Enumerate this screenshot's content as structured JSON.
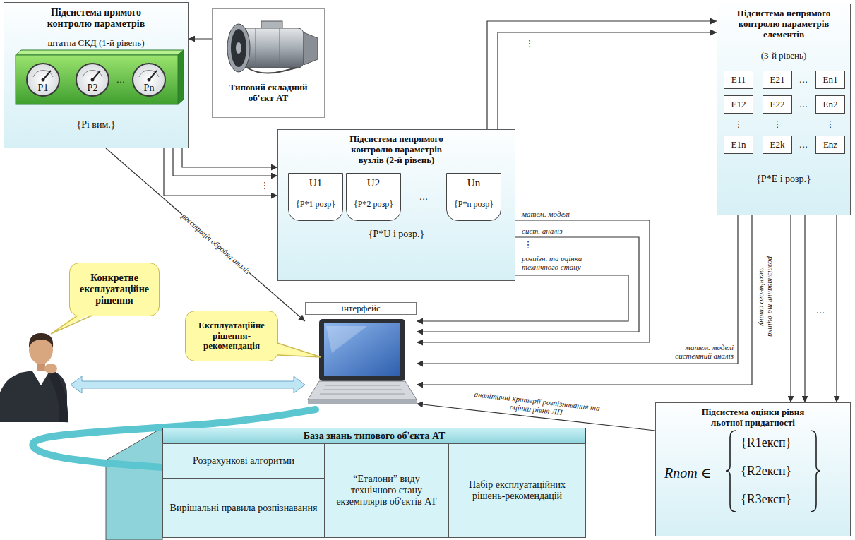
{
  "diagram": {
    "nodes": [
      {
        "text": [
          "Підсистема прямого контролю параметрів",
          "штатна СКД (1-й рівень)",
          "{Pi вим.}"
        ]
      },
      {
        "text": [
          "P1"
        ],
        "in": 0
      },
      {
        "text": [
          "P2"
        ],
        "in": 0
      },
      {
        "text": [
          "Pn"
        ],
        "in": 0
      },
      {
        "text": [
          "Типовий складний об'єкт АТ"
        ]
      },
      {
        "text": [
          "Підсистема непрямого контролю параметрів елементів",
          "(3-й рівень)",
          "{P*E i розр.}"
        ]
      },
      {
        "text": [
          "E11"
        ],
        "in": 5
      },
      {
        "text": [
          "E21"
        ],
        "in": 5
      },
      {
        "text": [
          "En1"
        ],
        "in": 5
      },
      {
        "text": [
          "E12"
        ],
        "in": 5
      },
      {
        "text": [
          "E22"
        ],
        "in": 5
      },
      {
        "text": [
          "En2"
        ],
        "in": 5
      },
      {
        "text": [
          "E1n"
        ],
        "in": 5
      },
      {
        "text": [
          "E2k"
        ],
        "in": 5
      },
      {
        "text": [
          "Enz"
        ],
        "in": 5
      },
      {
        "text": [
          "Підсистема непрямого контролю параметрів вузлів (2-й рівень)",
          "{P*U i розр.}"
        ]
      },
      {
        "text": [
          "U1",
          "{P*1 розр}"
        ],
        "in": 15
      },
      {
        "text": [
          "U2",
          "{P*2 розр}"
        ],
        "in": 15
      },
      {
        "text": [
          "Un",
          "{P*n розр}"
        ],
        "in": 15
      },
      {
        "text": [
          "Конкретне експлуатаційне рішення"
        ]
      },
      {
        "text": [
          "Експлуатаційне рішення-рекомендація"
        ]
      },
      {
        "text": [
          "інтерфейс"
        ]
      },
      {
        "text": [
          "Підсистема оцінки рівня льотної придатності",
          "Rпот ∈",
          "{R1експ}",
          "{R2експ}",
          "{R3експ}"
        ]
      },
      {
        "text": [
          "База знань типового об'єкта АТ"
        ]
      },
      {
        "text": [
          "Розрахункові алгоритми"
        ],
        "in": 23
      },
      {
        "text": [
          "Вирішальні правила розпізнавання"
        ],
        "in": 23
      },
      {
        "text": [
          "“Еталони” виду технічного стану екземплярів об'єктів АТ"
        ],
        "in": 23
      },
      {
        "text": [
          "Набір експлуатаційних рішень-рекомендацій"
        ],
        "in": 23
      }
    ],
    "edges": [
      {
        "from": 4,
        "to": 0,
        "arrow": "to"
      },
      {
        "from": 0,
        "to": 15,
        "arrow": "to"
      },
      {
        "from": 0,
        "to": 15,
        "arrow": "to"
      },
      {
        "from": 0,
        "to": 15,
        "arrow": "to"
      },
      {
        "from": 0,
        "to": 21,
        "label": "реєстрація обробка аналіз",
        "arrow": "to"
      },
      {
        "from": 15,
        "to": 5,
        "arrow": "to"
      },
      {
        "from": 15,
        "to": 5,
        "arrow": "to"
      },
      {
        "from": 15,
        "to": 21,
        "label": "матем. моделі",
        "arrow": "to"
      },
      {
        "from": 15,
        "to": 21,
        "label": "сист. аналіз",
        "arrow": "to"
      },
      {
        "from": 15,
        "to": 21,
        "label": "розпізн. та оцінка технічного стану",
        "arrow": "to"
      },
      {
        "from": 5,
        "to": 21,
        "label": "матем. моделі системний аналіз",
        "arrow": "to"
      },
      {
        "from": 5,
        "to": 21,
        "label": "розпізнавання та оцінка технічного стану",
        "arrow": "to"
      },
      {
        "from": 5,
        "to": 22,
        "arrow": "to"
      },
      {
        "from": 5,
        "to": 22,
        "arrow": "to"
      },
      {
        "from": 5,
        "to": 22,
        "arrow": "to"
      },
      {
        "from": 22,
        "to": 21,
        "label": "аналітичні критерії розпізнавання та оцінки рівня ЛП",
        "arrow": "to"
      },
      {
        "from": 21,
        "to": 23,
        "arrow": "none"
      }
    ],
    "labels": [
      "...",
      "⋮",
      "...",
      "⋮",
      "⋮",
      "...",
      "...",
      "⋮",
      "⋮",
      "⋮",
      "...",
      "..."
    ]
  }
}
